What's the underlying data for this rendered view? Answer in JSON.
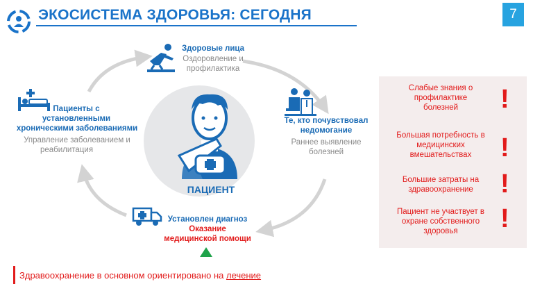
{
  "page_number": "7",
  "title": "ЭКОСИСТЕМА ЗДОРОВЬЯ: СЕГОДНЯ",
  "center": {
    "label": "ПАЦИЕНТ"
  },
  "top_node": {
    "title": "Здоровые лица",
    "subtitle_line1": "Оздоровление и",
    "subtitle_line2": "профилактика"
  },
  "right_node": {
    "title_line1": "Те, кто почувствовал",
    "title_line2": "недомогание",
    "subtitle_line1": "Раннее выявление",
    "subtitle_line2": "болезней"
  },
  "bottom_node": {
    "title": "Установлен диагноз",
    "subtitle_line1": "Оказание",
    "subtitle_line2": "медицинской помощи"
  },
  "left_node": {
    "title_line1": "Пациенты с",
    "title_line2": "установленными",
    "title_line3": "хроническими заболеваниями",
    "subtitle_line1": "Управление заболеванием и",
    "subtitle_line2": "реабилитация"
  },
  "panel_items": [
    {
      "line1": "Слабые знания о",
      "line2": "профилактике",
      "line3": "болезней"
    },
    {
      "line1": "Большая потребность в",
      "line2": "медицинских",
      "line3": "вмешательствах"
    },
    {
      "line1": "Большие затраты на",
      "line2": "здравоохранение"
    },
    {
      "line1": "Пациент не участвует  в",
      "line2": "охране собственного",
      "line3": "здоровья"
    }
  ],
  "exclamation": "!",
  "bottom_statement": {
    "prefix": "Здравоохранение в основном ориентировано на ",
    "emphasis": "лечение"
  },
  "colors": {
    "brand_blue": "#1a73c9",
    "accent_red": "#e21b1b",
    "badge_blue": "#27a3e0",
    "panel_bg": "#f4eded",
    "green": "#1fa34a"
  },
  "icons": [
    "logo-icon",
    "exercise-person-icon",
    "doctor-patient-icon",
    "ambulance-icon",
    "hospital-bed-icon",
    "patient-avatar-icon",
    "up-triangle-icon"
  ]
}
